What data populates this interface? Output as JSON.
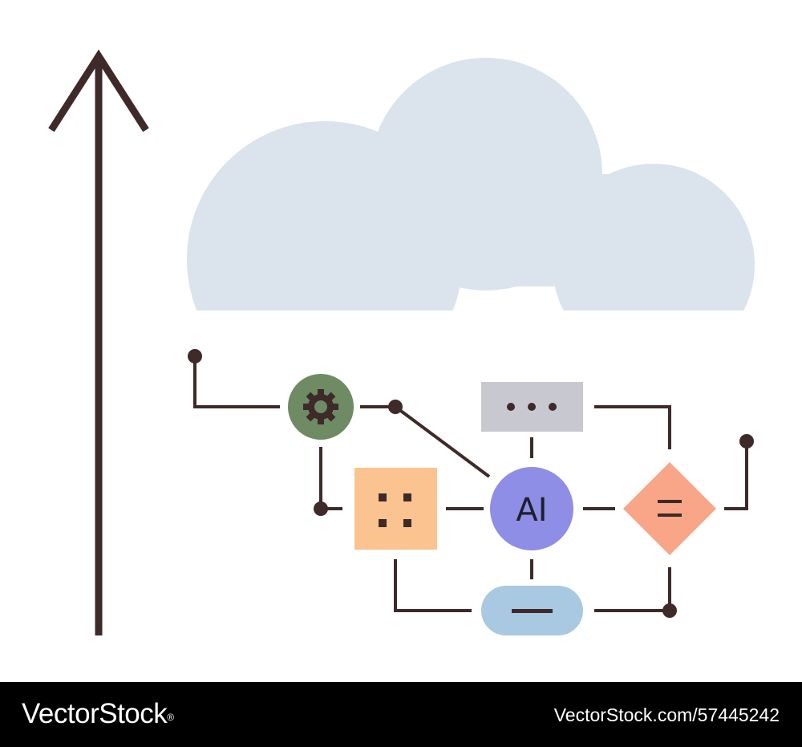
{
  "colors": {
    "line": "#3d2a29",
    "cloud": "#dbe4ec",
    "gear_node": "#6e8b63",
    "dots_box": "#c8c8d0",
    "grid_box": "#fbc38f",
    "ai_node": "#8e8ee6",
    "diamond_node": "#f8a687",
    "pill_node": "#a9c8e1",
    "footer_bg": "#000000",
    "footer_text": "#ffffff"
  },
  "icons": [
    "up-arrow-icon",
    "cloud-icon",
    "gear-icon",
    "ellipsis-icon",
    "grid-dots-icon",
    "equals-icon",
    "minus-icon"
  ],
  "diagram": {
    "ai_label": "AI"
  },
  "footer": {
    "brand": "VectorStock",
    "registered": "®",
    "image_id": "VectorStock.com/57445242"
  }
}
